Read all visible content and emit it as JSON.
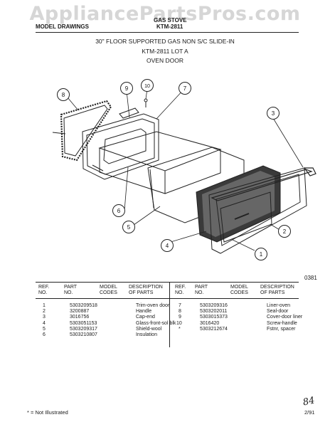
{
  "watermark": "AppliancePartsPros.com",
  "header": {
    "section": "MODEL DRAWINGS",
    "line1": "GAS STOVE",
    "line2": "KTM-2811"
  },
  "titles": {
    "line1": "30\" FLOOR SUPPORTED GAS NON S/C SLIDE-IN",
    "line2": "KTM-2811 LOT A",
    "line3": "OVEN DOOR"
  },
  "callouts": [
    "1",
    "2",
    "3",
    "4",
    "5",
    "6",
    "7",
    "8",
    "9",
    "10"
  ],
  "figure_number": "0381",
  "table_headers": {
    "ref": [
      "REF.",
      "NO."
    ],
    "part": [
      "PART",
      "NO."
    ],
    "model": [
      "MODEL",
      "CODES"
    ],
    "desc": [
      "DESCRIPTION",
      "OF PARTS"
    ]
  },
  "parts_left": [
    {
      "ref": "1",
      "part": "5303209518",
      "model": "",
      "desc": "Trim-oven door"
    },
    {
      "ref": "2",
      "part": "3200887",
      "model": "",
      "desc": "Handle"
    },
    {
      "ref": "3",
      "part": "3016756",
      "model": "",
      "desc": "Cap-end"
    },
    {
      "ref": "4",
      "part": "5303051153",
      "model": "",
      "desc": "Glass-front-sol blk"
    },
    {
      "ref": "5",
      "part": "5303209317",
      "model": "",
      "desc": "Shield-wool"
    },
    {
      "ref": "6",
      "part": "5303210807",
      "model": "",
      "desc": "Insulation"
    }
  ],
  "parts_right": [
    {
      "ref": "7",
      "part": "5303209316",
      "model": "",
      "desc": "Liner-oven"
    },
    {
      "ref": "8",
      "part": "5303202011",
      "model": "",
      "desc": "Seal-door"
    },
    {
      "ref": "9",
      "part": "5303015373",
      "model": "",
      "desc": "Cover-door liner"
    },
    {
      "ref": "10",
      "part": "3016420",
      "model": "",
      "desc": "Screw-handle"
    },
    {
      "ref": "*",
      "part": "5303212674",
      "model": "",
      "desc": "Fstnr, spacer"
    }
  ],
  "footer": {
    "note": "* = Not Illustrated",
    "page": "2/91",
    "handwritten": "84"
  }
}
